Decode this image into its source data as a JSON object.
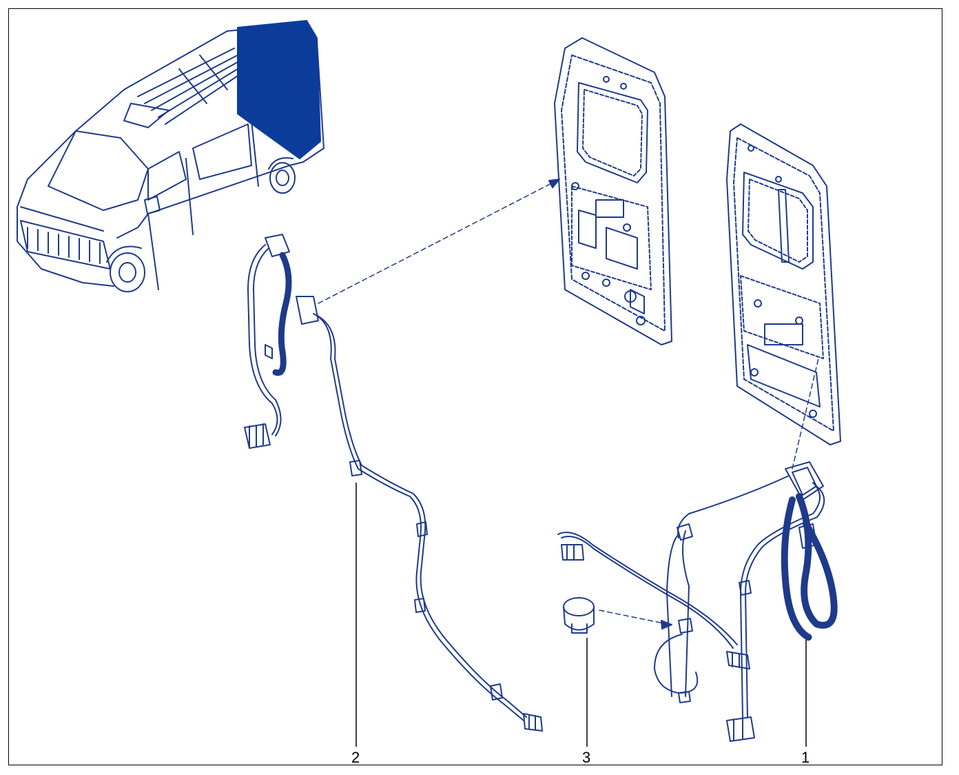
{
  "diagram": {
    "callouts": [
      {
        "number": "2"
      },
      {
        "number": "3"
      },
      {
        "number": "1"
      }
    ],
    "colors": {
      "line": "#1e3a8a",
      "highlight": "#0b3c9a",
      "leader": "#000000"
    }
  }
}
